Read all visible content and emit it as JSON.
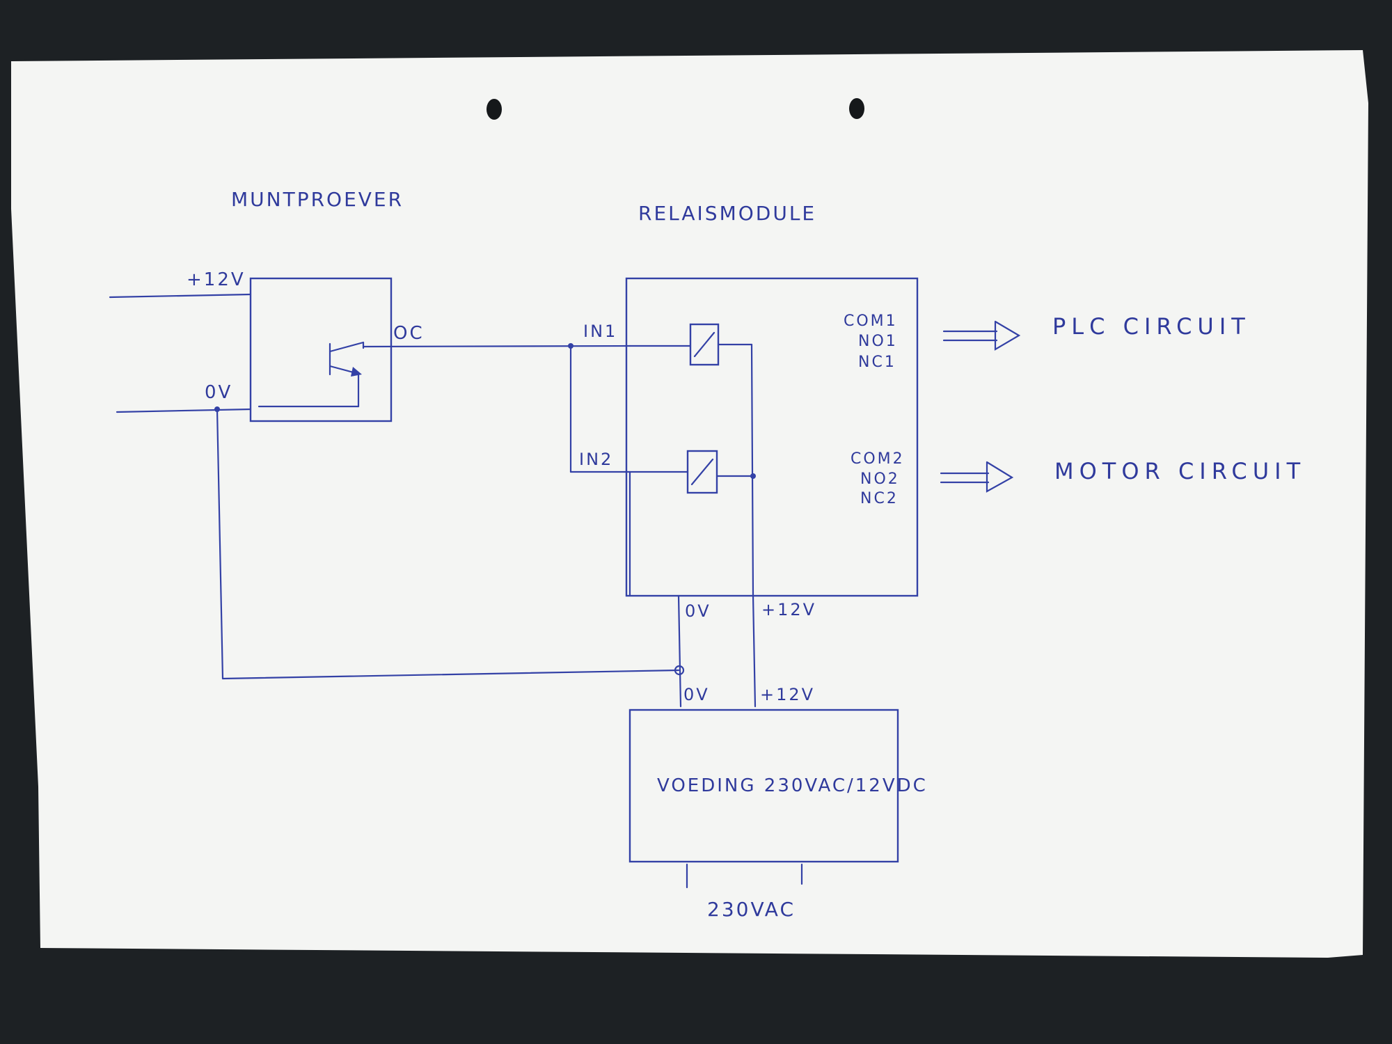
{
  "diagram": {
    "ink_color": "#3341a6",
    "paper_color": "#f4f5f3",
    "background_color": "#1d2124",
    "coin_acceptor": {
      "title": "MUNTPROEVER",
      "supply_label": "+12V",
      "ground_label": "0V",
      "output_label": "OC"
    },
    "relay_module": {
      "title": "RELAISMODULE",
      "input1_label": "IN1",
      "input2_label": "IN2",
      "relay1_contacts": [
        "COM1",
        "NO1",
        "NC1"
      ],
      "relay2_contacts": [
        "COM2",
        "NO2",
        "NC2"
      ],
      "ground_label": "0V",
      "supply_label": "+12V"
    },
    "outputs": {
      "relay1_target": "PLC CIRCUIT",
      "relay2_target": "MOTOR CIRCUIT"
    },
    "power_supply": {
      "title": "VOEDING 230VAC/12VDC",
      "ground_label": "0V",
      "supply_label": "+12V",
      "mains_label": "230VAC"
    }
  }
}
